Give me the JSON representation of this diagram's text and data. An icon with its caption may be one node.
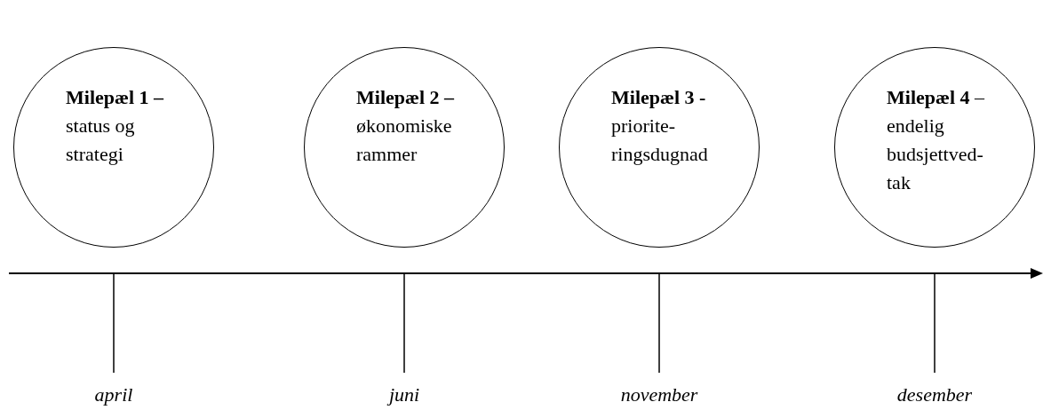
{
  "diagram": {
    "nodes": [
      {
        "text": [
          "Milepæl 1 –",
          "status og strategi"
        ]
      },
      {
        "text": [
          "Milepæl 2 –",
          "økonomiske rammer"
        ]
      },
      {
        "text": [
          "Milepæl 3 -",
          "priorite- ringsdugnad"
        ]
      },
      {
        "text": [
          "**Milepæl 4** –",
          "endelig budsjettved- tak"
        ]
      }
    ],
    "labels": [
      "april",
      "juni",
      "november",
      "desember"
    ]
  }
}
